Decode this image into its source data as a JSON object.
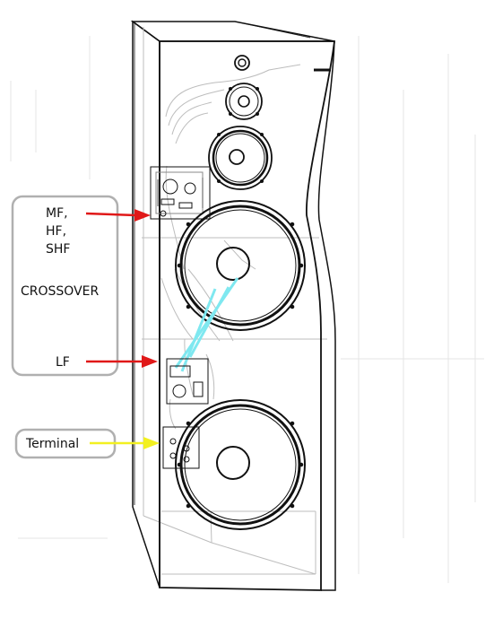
{
  "labels": {
    "crossover_top_lines": [
      "MF,",
      "HF,",
      "SHF"
    ],
    "crossover": "CROSSOVER",
    "lf": "LF",
    "terminal": "Terminal"
  },
  "colors": {
    "outline": "#111111",
    "faint": "#b8b8b8",
    "label_box": "#b0b0b0",
    "arrow_red": "#e01818",
    "arrow_yellow": "#f2f020",
    "cable_cyan": "#7fe8f0"
  }
}
